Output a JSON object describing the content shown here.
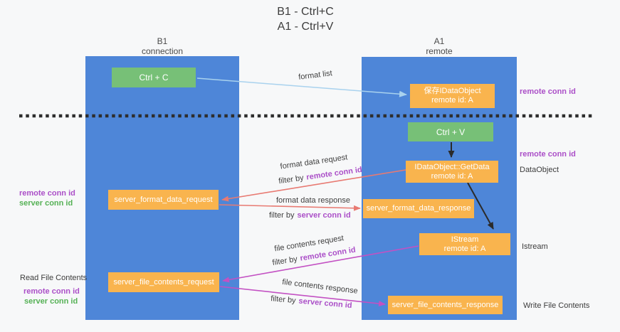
{
  "title": [
    "B1 - Ctrl+C",
    "A1 - Ctrl+V"
  ],
  "columns": {
    "left": {
      "name": "B1",
      "role": "connection"
    },
    "right": {
      "name": "A1",
      "role": "remote"
    }
  },
  "boxes": {
    "ctrl_c": {
      "label": "Ctrl + C"
    },
    "ctrl_v": {
      "label": "Ctrl + V"
    },
    "save_obj": {
      "line1": "保存IDataObject",
      "line2": "remote id: A"
    },
    "getdata": {
      "line1": "IDataObject::GetData",
      "line2": "remote id: A"
    },
    "istream": {
      "line1": "IStream",
      "line2": "remote id: A"
    },
    "fmt_req": {
      "label": "server_format_data_request"
    },
    "fmt_res": {
      "label": "server_format_data_response"
    },
    "file_req": {
      "label": "server_file_contents_request"
    },
    "file_res": {
      "label": "server_file_contents_response"
    }
  },
  "annotations": {
    "right_remote_top": "remote conn id",
    "right_remote_mid": "remote conn id",
    "right_dataobject": "DataObject",
    "right_istream": "Istream",
    "right_write_file": "Write File Contents",
    "left_remote_top": "remote conn id",
    "left_server_top": "server conn id",
    "left_read_file": "Read File Contents",
    "left_remote_bottom": "remote conn id",
    "left_server_bottom": "server conn id"
  },
  "edges": {
    "format_list": "format list",
    "fmt_req_label": "format data request",
    "fmt_req_filter_prefix": "filter by",
    "fmt_req_filter_key": "remote conn id",
    "fmt_res_label": "format data response",
    "fmt_res_filter_prefix": "filter by",
    "fmt_res_filter_key": "server conn id",
    "file_req_label": "file contents request",
    "file_req_filter_prefix": "filter by",
    "file_req_filter_key": "remote conn id",
    "file_res_label": "file contents response",
    "file_res_filter_prefix": "filter by",
    "file_res_filter_key": "server conn id"
  },
  "colors": {
    "background": "#f7f8f9",
    "column_blue": "#4e86d8",
    "box_orange": "#f9b44e",
    "box_green": "#77c077",
    "arrow_light_blue": "#a9d2ee",
    "arrow_black": "#2b2b2b",
    "arrow_salmon": "#e87a72",
    "arrow_magenta": "#c351c3",
    "text_purple": "#ab4fc8",
    "text_green": "#55b155",
    "dashed_line": "#2e2e2e"
  }
}
